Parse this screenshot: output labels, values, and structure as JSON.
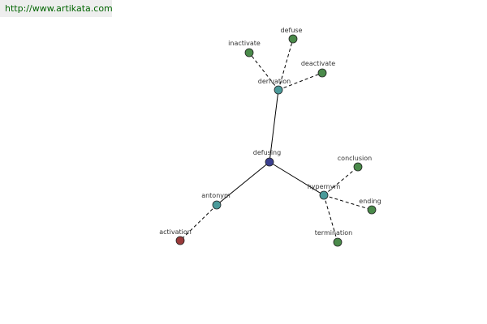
{
  "header": {
    "url": "http://www.artikata.com"
  },
  "colors": {
    "url_text": "#006400",
    "root_node": "#3a3f8f",
    "relation_node": "#4a9a9a",
    "leaf_node": "#4a8a4a",
    "antonym_node": "#9a3a3a",
    "edge": "#000000"
  },
  "graph": {
    "nodes": [
      {
        "id": "defusing",
        "label": "defusing",
        "kind": "root"
      },
      {
        "id": "derivation",
        "label": "derivation",
        "kind": "relation"
      },
      {
        "id": "antonym",
        "label": "antonym",
        "kind": "relation"
      },
      {
        "id": "hypernym",
        "label": "hypernym",
        "kind": "relation"
      },
      {
        "id": "inactivate",
        "label": "inactivate",
        "kind": "leaf"
      },
      {
        "id": "defuse",
        "label": "defuse",
        "kind": "leaf"
      },
      {
        "id": "deactivate",
        "label": "deactivate",
        "kind": "leaf"
      },
      {
        "id": "activation",
        "label": "activation",
        "kind": "antonym"
      },
      {
        "id": "conclusion",
        "label": "conclusion",
        "kind": "leaf"
      },
      {
        "id": "ending",
        "label": "ending",
        "kind": "leaf"
      },
      {
        "id": "termination",
        "label": "termination",
        "kind": "leaf"
      }
    ],
    "edges": [
      {
        "from": "defusing",
        "to": "derivation",
        "style": "solid"
      },
      {
        "from": "defusing",
        "to": "antonym",
        "style": "solid"
      },
      {
        "from": "defusing",
        "to": "hypernym",
        "style": "solid"
      },
      {
        "from": "derivation",
        "to": "inactivate",
        "style": "dashed"
      },
      {
        "from": "derivation",
        "to": "defuse",
        "style": "dashed"
      },
      {
        "from": "derivation",
        "to": "deactivate",
        "style": "dashed"
      },
      {
        "from": "antonym",
        "to": "activation",
        "style": "dashed"
      },
      {
        "from": "hypernym",
        "to": "conclusion",
        "style": "dashed"
      },
      {
        "from": "hypernym",
        "to": "ending",
        "style": "dashed"
      },
      {
        "from": "hypernym",
        "to": "termination",
        "style": "dashed"
      }
    ]
  }
}
